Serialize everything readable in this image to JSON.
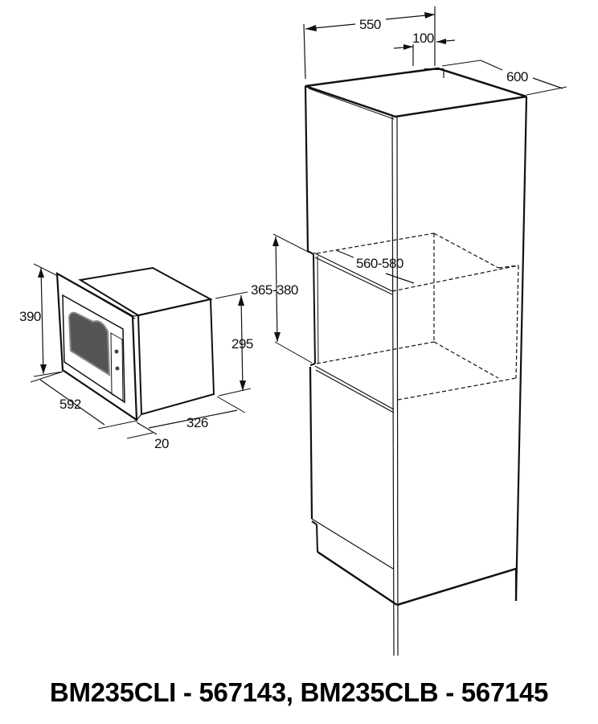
{
  "caption": "BM235CLI - 567143, BM235CLB - 567145",
  "microwave": {
    "dimensions": {
      "height_total": "390",
      "width_total": "592",
      "body_height": "295",
      "depth": "326",
      "frame_depth": "20"
    }
  },
  "cabinet": {
    "dimensions": {
      "depth_inner": "550",
      "back_gap": "100",
      "depth_total": "600",
      "niche_depth": "560-580",
      "niche_height": "365-380"
    }
  },
  "colors": {
    "line": "#111111",
    "window": "#555555",
    "background": "#ffffff"
  }
}
